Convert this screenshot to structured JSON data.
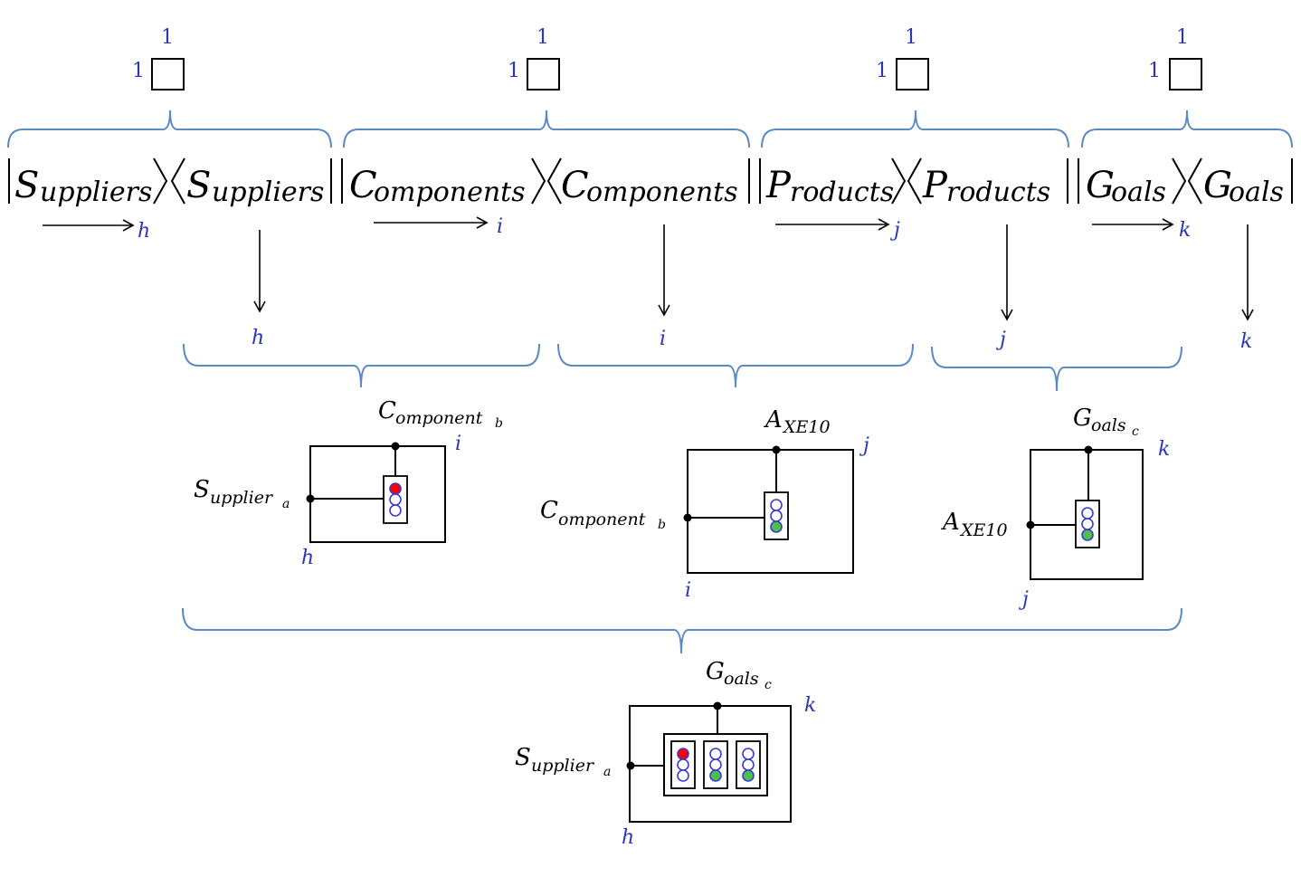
{
  "colors": {
    "index_label": "#2b35b8",
    "brace": "#5b8ac4",
    "light_red": "#ff0000",
    "light_green": "#4cc04c",
    "light_off_stroke": "#3a3ad0"
  },
  "top_boxes": [
    {
      "top_label": "1",
      "left_label": "1"
    },
    {
      "top_label": "1",
      "left_label": "1"
    },
    {
      "top_label": "1",
      "left_label": "1"
    },
    {
      "top_label": "1",
      "left_label": "1"
    }
  ],
  "operators": [
    {
      "ket_main": "S",
      "ket_sub": "uppliers",
      "bra_main": "S",
      "bra_sub": "uppliers",
      "index": "h"
    },
    {
      "ket_main": "C",
      "ket_sub": "omponents",
      "bra_main": "C",
      "bra_sub": "omponents",
      "index": "i"
    },
    {
      "ket_main": "P",
      "ket_sub": "roducts",
      "bra_main": "P",
      "bra_sub": "roducts",
      "index": "j"
    },
    {
      "ket_main": "G",
      "ket_sub": "oals",
      "bra_main": "G",
      "bra_sub": "oals",
      "index": "k"
    }
  ],
  "down_indices": [
    "h",
    "i",
    "j",
    "k"
  ],
  "stage_boxes": [
    {
      "left_main": "S",
      "left_sub": "upplier",
      "left_subsub": "a",
      "top_main": "C",
      "top_sub": "omponent",
      "top_subsub": "b",
      "bottom_index": "h",
      "corner_index": "i",
      "lights": [
        [
          "red",
          "off",
          "off"
        ]
      ]
    },
    {
      "left_main": "C",
      "left_sub": "omponent",
      "left_subsub": "b",
      "top_main": "A",
      "top_sub": "XE10",
      "top_subsub": "",
      "bottom_index": "i",
      "corner_index": "j",
      "lights": [
        [
          "off",
          "off",
          "green"
        ]
      ]
    },
    {
      "left_main": "A",
      "left_sub": "XE10",
      "left_subsub": "",
      "top_main": "G",
      "top_sub": "oals",
      "top_subsub": "c",
      "bottom_index": "j",
      "corner_index": "k",
      "lights": [
        [
          "off",
          "off",
          "green"
        ]
      ]
    }
  ],
  "final_box": {
    "left_main": "S",
    "left_sub": "upplier",
    "left_subsub": "a",
    "top_main": "G",
    "top_sub": "oals",
    "top_subsub": "c",
    "bottom_index": "h",
    "corner_index": "k",
    "lights": [
      [
        "red",
        "off",
        "off"
      ],
      [
        "off",
        "off",
        "green"
      ],
      [
        "off",
        "off",
        "green"
      ]
    ]
  }
}
